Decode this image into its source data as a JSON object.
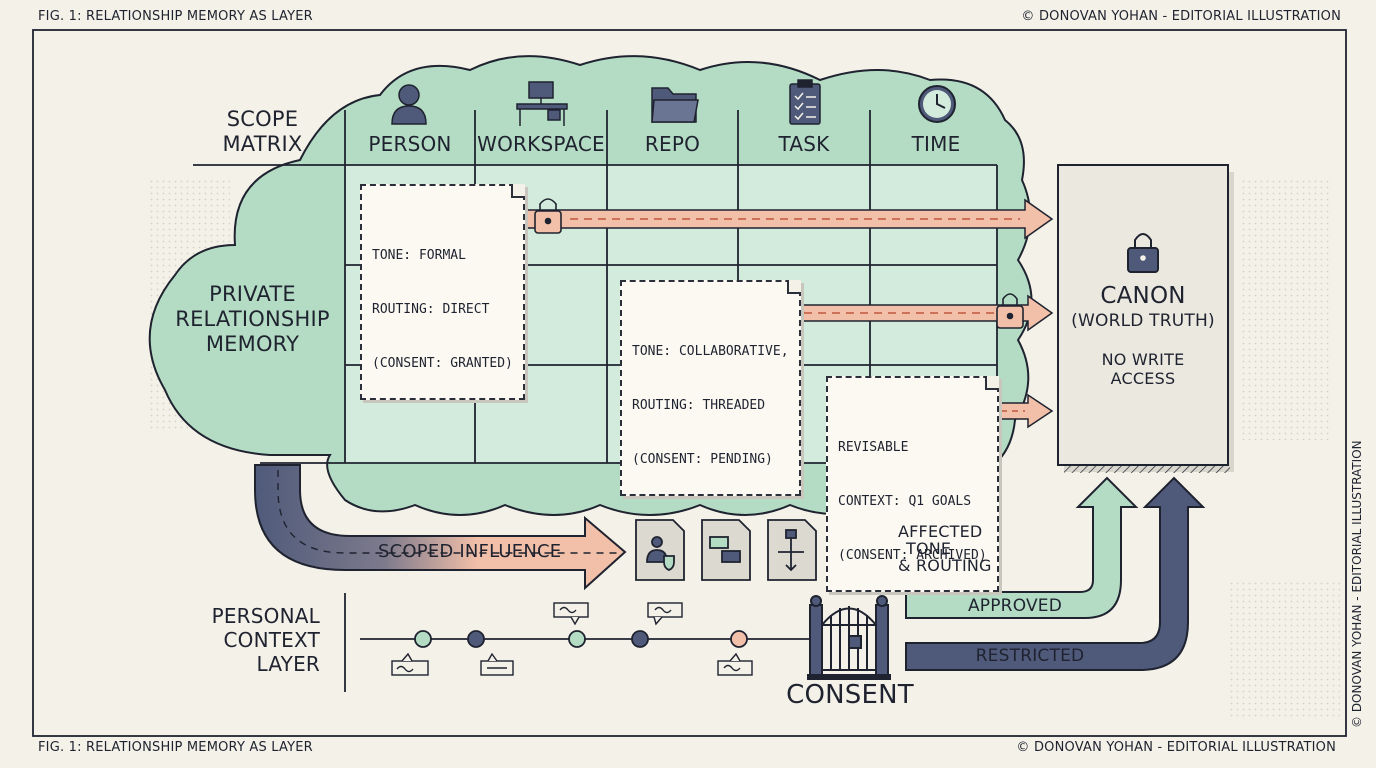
{
  "caption": {
    "top_left": "FIG. 1: RELATIONSHIP MEMORY AS LAYER",
    "top_right": "© DONOVAN YOHAN - EDITORIAL ILLUSTRATION",
    "bottom_left": "FIG. 1: RELATIONSHIP MEMORY AS LAYER",
    "bottom_right": "© DONOVAN YOHAN - EDITORIAL ILLUSTRATION",
    "side": "© DONOVAN YOHAN - EDITORIAL ILLUSTRATION"
  },
  "matrix": {
    "title_line1": "SCOPE",
    "title_line2": "MATRIX",
    "columns": [
      {
        "label": "PERSON",
        "icon": "person-icon"
      },
      {
        "label": "WORKSPACE",
        "icon": "desk-icon"
      },
      {
        "label": "REPO",
        "icon": "folder-icon"
      },
      {
        "label": "TASK",
        "icon": "checklist-icon"
      },
      {
        "label": "TIME",
        "icon": "clock-icon"
      }
    ],
    "row_label_1": "PRIVATE",
    "row_label_2": "RELATIONSHIP",
    "row_label_3": "MEMORY"
  },
  "notes": [
    {
      "line1": "TONE: FORMAL",
      "line2": "ROUTING: DIRECT",
      "line3": "(CONSENT: GRANTED)"
    },
    {
      "line1": "TONE: COLLABORATIVE,",
      "line2": "ROUTING: THREADED",
      "line3": "(CONSENT: PENDING)"
    },
    {
      "line1": "REVISABLE",
      "line2": "CONTEXT: Q1 GOALS",
      "line3": "(CONSENT: ARCHIVED)"
    }
  ],
  "canon": {
    "title": "CANON",
    "subtitle": "(WORLD TRUTH)",
    "note_line1": "NO WRITE",
    "note_line2": "ACCESS",
    "icon": "lock-icon"
  },
  "influence": {
    "label": "SCOPED INFLUENCE",
    "affected_line1": "AFFECTED",
    "affected_line2": "TONE",
    "affected_line3": "& ROUTING",
    "cards": [
      "person-shield-icon",
      "chat-icon",
      "routing-icon",
      "person-refresh-icon"
    ]
  },
  "personal_layer": {
    "line1": "PERSONAL",
    "line2": "CONTEXT",
    "line3": "LAYER"
  },
  "consent": {
    "label": "CONSENT",
    "approved": "APPROVED",
    "restricted": "RESTRICTED",
    "icon": "gate-icon"
  },
  "colors": {
    "mint": "#b4dcc4",
    "mint_light": "#d3ebdc",
    "salmon": "#f2bfa8",
    "navy": "#4f5a7a",
    "ink": "#1f2330",
    "paper": "#f4f1e8"
  }
}
